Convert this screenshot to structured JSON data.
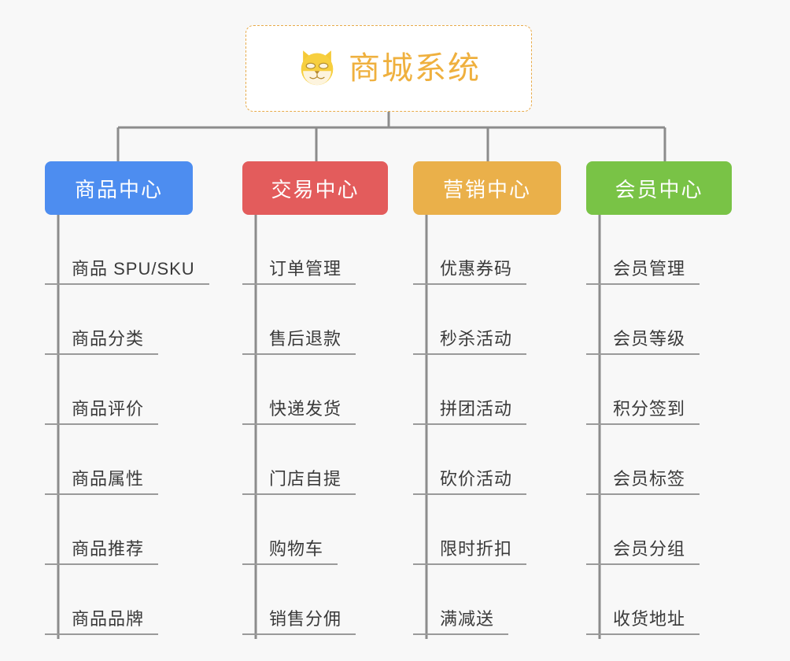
{
  "diagram": {
    "title": "商城系统",
    "type": "mind-map",
    "background_color": "#f8f8f8",
    "root": {
      "label": "商城系统",
      "icon": "shiba-dog-face-icon",
      "text_color": "#efb03e",
      "border_color": "#e8ab4a",
      "fill_color": "#ffffff"
    },
    "connector_color": "#8c8c8c",
    "leaf_underline_color": "#9a9a9a",
    "branches": [
      {
        "label": "商品中心",
        "color": "#4d8df0",
        "leaves": [
          "商品 SPU/SKU",
          "商品分类",
          "商品评价",
          "商品属性",
          "商品推荐",
          "商品品牌"
        ]
      },
      {
        "label": "交易中心",
        "color": "#e35c5c",
        "leaves": [
          "订单管理",
          "售后退款",
          "快递发货",
          "门店自提",
          "购物车",
          "销售分佣"
        ]
      },
      {
        "label": "营销中心",
        "color": "#eab04a",
        "leaves": [
          "优惠券码",
          "秒杀活动",
          "拼团活动",
          "砍价活动",
          "限时折扣",
          "满减送"
        ]
      },
      {
        "label": "会员中心",
        "color": "#79c346",
        "leaves": [
          "会员管理",
          "会员等级",
          "积分签到",
          "会员标签",
          "会员分组",
          "收货地址"
        ]
      }
    ]
  }
}
